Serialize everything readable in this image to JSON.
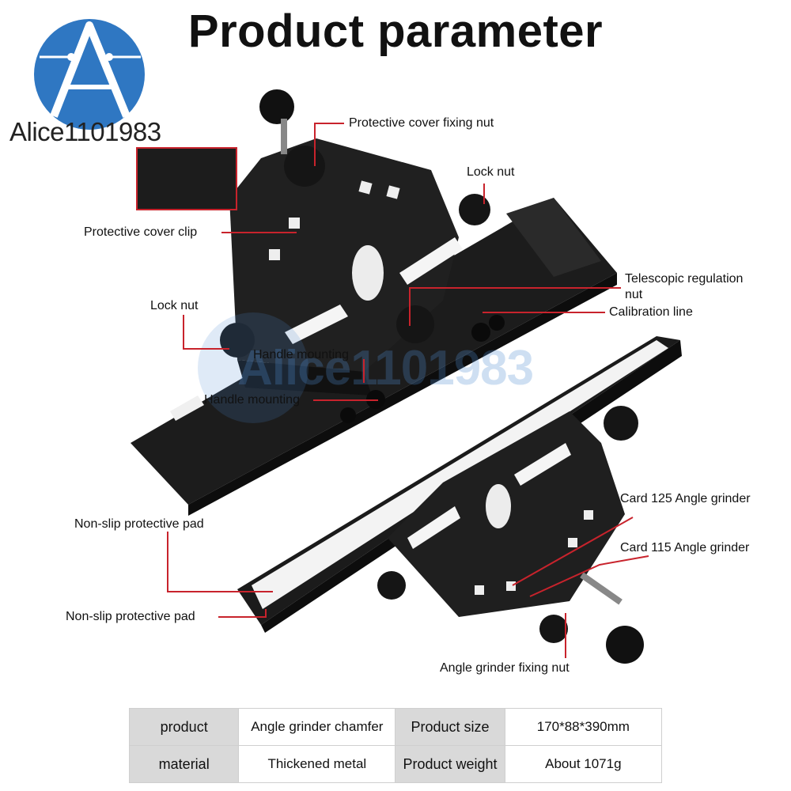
{
  "header": {
    "title": "Product parameter",
    "brand": "Alice1101983",
    "watermark": "Alice1101983"
  },
  "callouts": {
    "protective_cover_fixing_nut": "Protective cover fixing nut",
    "lock_nut_top": "Lock nut",
    "protective_cover_clip": "Protective cover clip",
    "telescopic_regulation_nut_line1": "Telescopic regulation",
    "telescopic_regulation_nut_line2": "nut",
    "calibration_line": "Calibration line",
    "lock_nut_left": "Lock nut",
    "handle_mounting_1": "Handle mounting",
    "handle_mounting_2": "Handle mounting",
    "card_125": "Card 125 Angle grinder",
    "card_115": "Card 115 Angle grinder",
    "non_slip_pad_1": "Non-slip protective pad",
    "non_slip_pad_2": "Non-slip protective pad",
    "angle_grinder_fixing_nut": "Angle grinder fixing nut"
  },
  "spec_table": {
    "rows": [
      {
        "k1": "product",
        "v1": "Angle grinder chamfer",
        "k2": "Product size",
        "v2": "170*88*390mm"
      },
      {
        "k1": "material",
        "v1": "Thickened metal",
        "k2": "Product weight",
        "v2": "About 1071g"
      }
    ]
  },
  "colors": {
    "leader_line": "#c8232c",
    "logo_blue": "#2f77c2",
    "metal": "#1e1e1e",
    "pad": "#f2f2f2",
    "table_key_bg": "#d9d9d9"
  },
  "icons": {
    "logo": "alice-logo-icon"
  }
}
